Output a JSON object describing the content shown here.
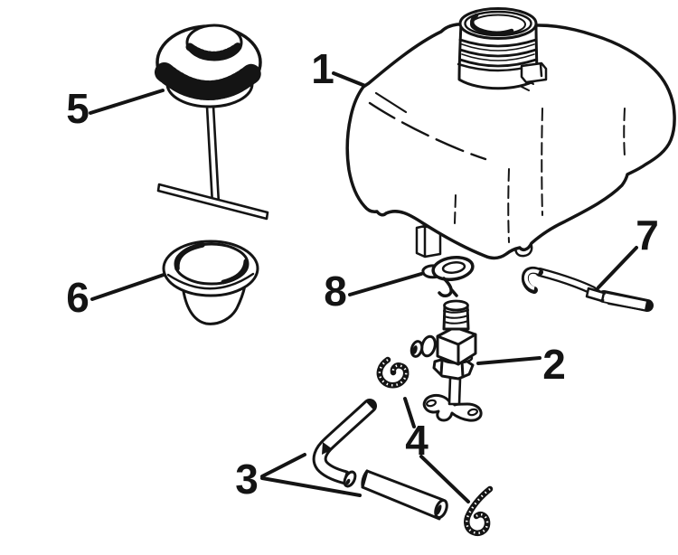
{
  "figure": {
    "description": "Exploded parts-diagram line illustration of a fuel tank assembly",
    "colors": {
      "line": "#141414",
      "paper": "#ffffff"
    }
  },
  "callouts": [
    {
      "number": "1",
      "part": "fuel-tank"
    },
    {
      "number": "2",
      "part": "fuel-shut-off-valve"
    },
    {
      "number": "3",
      "part": "fuel-hoses"
    },
    {
      "number": "4",
      "part": "hose-clamps"
    },
    {
      "number": "5",
      "part": "fuel-cap-with-gauge"
    },
    {
      "number": "6",
      "part": "filter-cup"
    },
    {
      "number": "7",
      "part": "mounting-bracket"
    },
    {
      "number": "8",
      "part": "retainer-clip"
    }
  ]
}
